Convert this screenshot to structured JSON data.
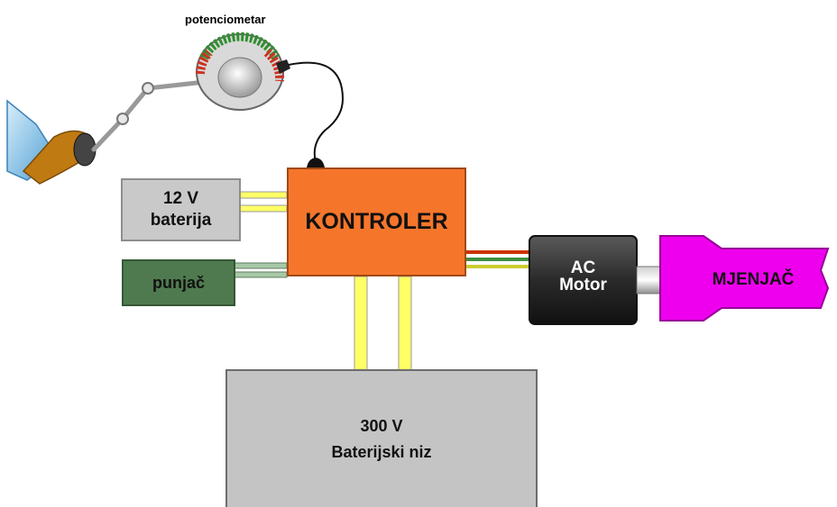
{
  "labels": {
    "potentiometer": "potenciometar",
    "battery12": [
      "12 V",
      "baterija"
    ],
    "charger": "punjač",
    "controller": "KONTROLER",
    "motor": [
      "AC",
      "Motor"
    ],
    "gearbox": "MJENJAČ",
    "battery300": [
      "300 V",
      "Baterijski niz"
    ]
  },
  "colors": {
    "controller": "#f5762b",
    "charger": "#4f7a4f",
    "battery": "#c9c9c9",
    "motor": "#3a3a3a",
    "gearbox": "#ee00ee",
    "wire_yellow": "#ffff66",
    "wire_green": "#3f8f3f",
    "wire_red": "#cc3300"
  }
}
